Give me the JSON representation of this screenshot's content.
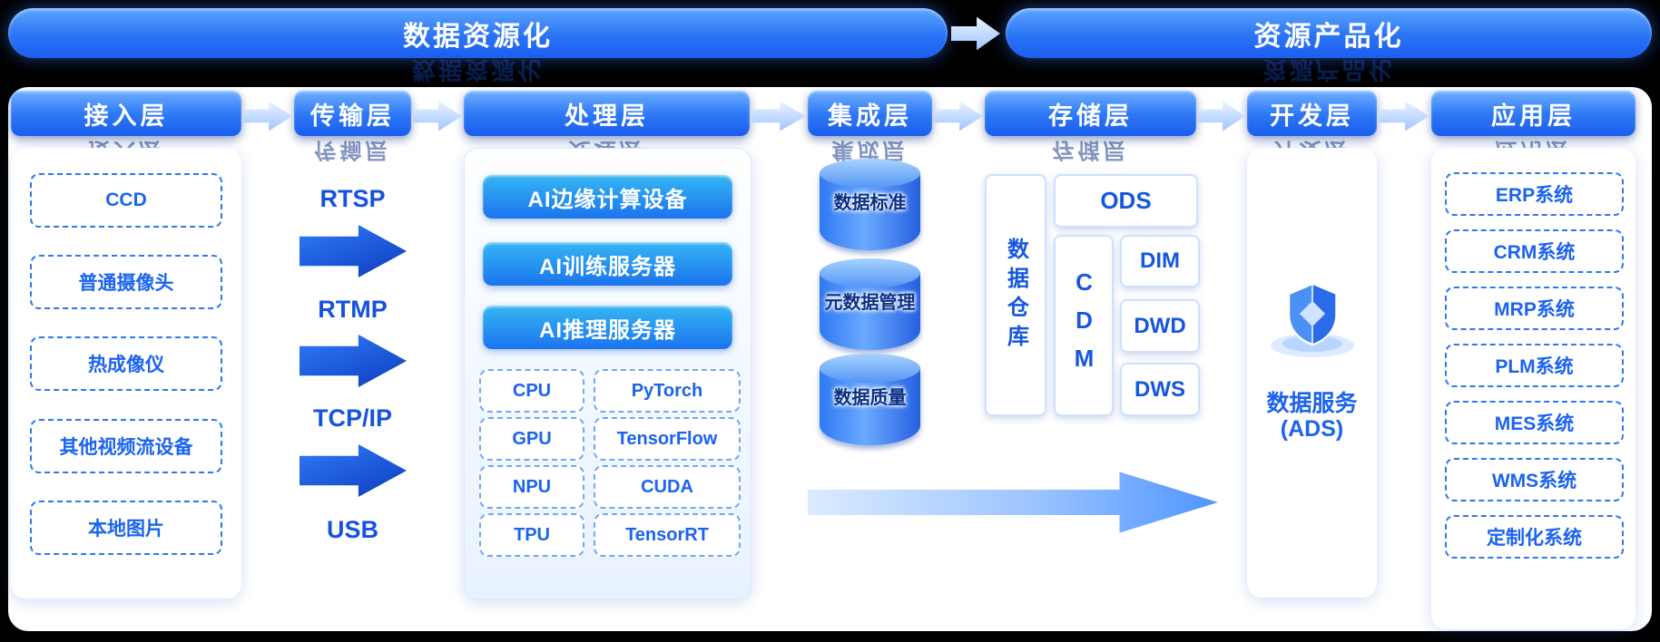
{
  "title_banners": {
    "left": "数据资源化",
    "right": "资源产品化"
  },
  "layers": {
    "access": {
      "header": "接入层",
      "items": [
        "CCD",
        "普通摄像头",
        "热成像仪",
        "其他视频流设备",
        "本地图片"
      ]
    },
    "transport": {
      "header": "传输层",
      "protocols": [
        "RTSP",
        "RTMP",
        "TCP/IP",
        "USB"
      ]
    },
    "processing": {
      "header": "处理层",
      "devices": [
        "AI边缘计算设备",
        "AI训练服务器",
        "AI推理服务器"
      ],
      "hardware": [
        "CPU",
        "GPU",
        "NPU",
        "TPU"
      ],
      "frameworks": [
        "PyTorch",
        "TensorFlow",
        "CUDA",
        "TensorRT"
      ]
    },
    "integration": {
      "header": "集成层",
      "governance": [
        "数据标准",
        "元数据管理",
        "数据质量"
      ]
    },
    "storage": {
      "header": "存储层",
      "warehouse": "数据仓库",
      "ods": "ODS",
      "cdm": "CDM",
      "marts": [
        "DIM",
        "DWD",
        "DWS"
      ]
    },
    "development": {
      "header": "开发层",
      "icon": "shield-platform-icon",
      "service": {
        "line1": "数据服务",
        "line2": "(ADS)"
      }
    },
    "application": {
      "header": "应用层",
      "systems": [
        "ERP系统",
        "CRM系统",
        "MRP系统",
        "PLM系统",
        "MES系统",
        "WMS系统",
        "定制化系统"
      ]
    }
  },
  "colors": {
    "background": "#000000",
    "panel": "#ffffff",
    "accent_blue": "#1b63f0",
    "header_gradient_top": "#6fb0ff",
    "header_gradient_bottom": "#1a5ded",
    "device_button_top": "#35b6f2",
    "device_button_bottom": "#1b74ef",
    "dashed_border": "#2e77f5",
    "cylinder_blue": "#2e79f2",
    "echo_navy": "#0c2d85"
  }
}
